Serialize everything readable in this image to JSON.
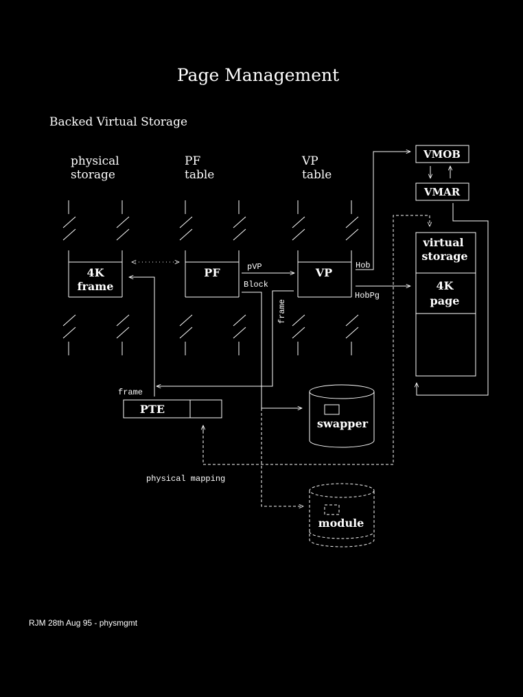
{
  "title": "Page Management",
  "subtitle": "Backed Virtual Storage",
  "columns": {
    "physical": [
      "physical",
      "storage"
    ],
    "pf": [
      "PF",
      "table"
    ],
    "vp": [
      "VP",
      "table"
    ]
  },
  "cells": {
    "frame": [
      "4K",
      "frame"
    ],
    "pf": "PF",
    "vp": "VP",
    "pte": "PTE",
    "vmob": "VMOB",
    "vmar": "VMAR",
    "virtual_storage": [
      "virtual",
      "storage"
    ],
    "page": [
      "4K",
      "page"
    ],
    "swapper": "swapper",
    "module": "module"
  },
  "labels": {
    "pvp": "pVP",
    "block": "Block",
    "hob": "Hob",
    "hobpg": "HobPg",
    "frame_vertical": "frame",
    "frame_pte": "frame",
    "physical_mapping": "physical mapping"
  },
  "footer": "RJM 28th Aug 95 - physmgmt"
}
